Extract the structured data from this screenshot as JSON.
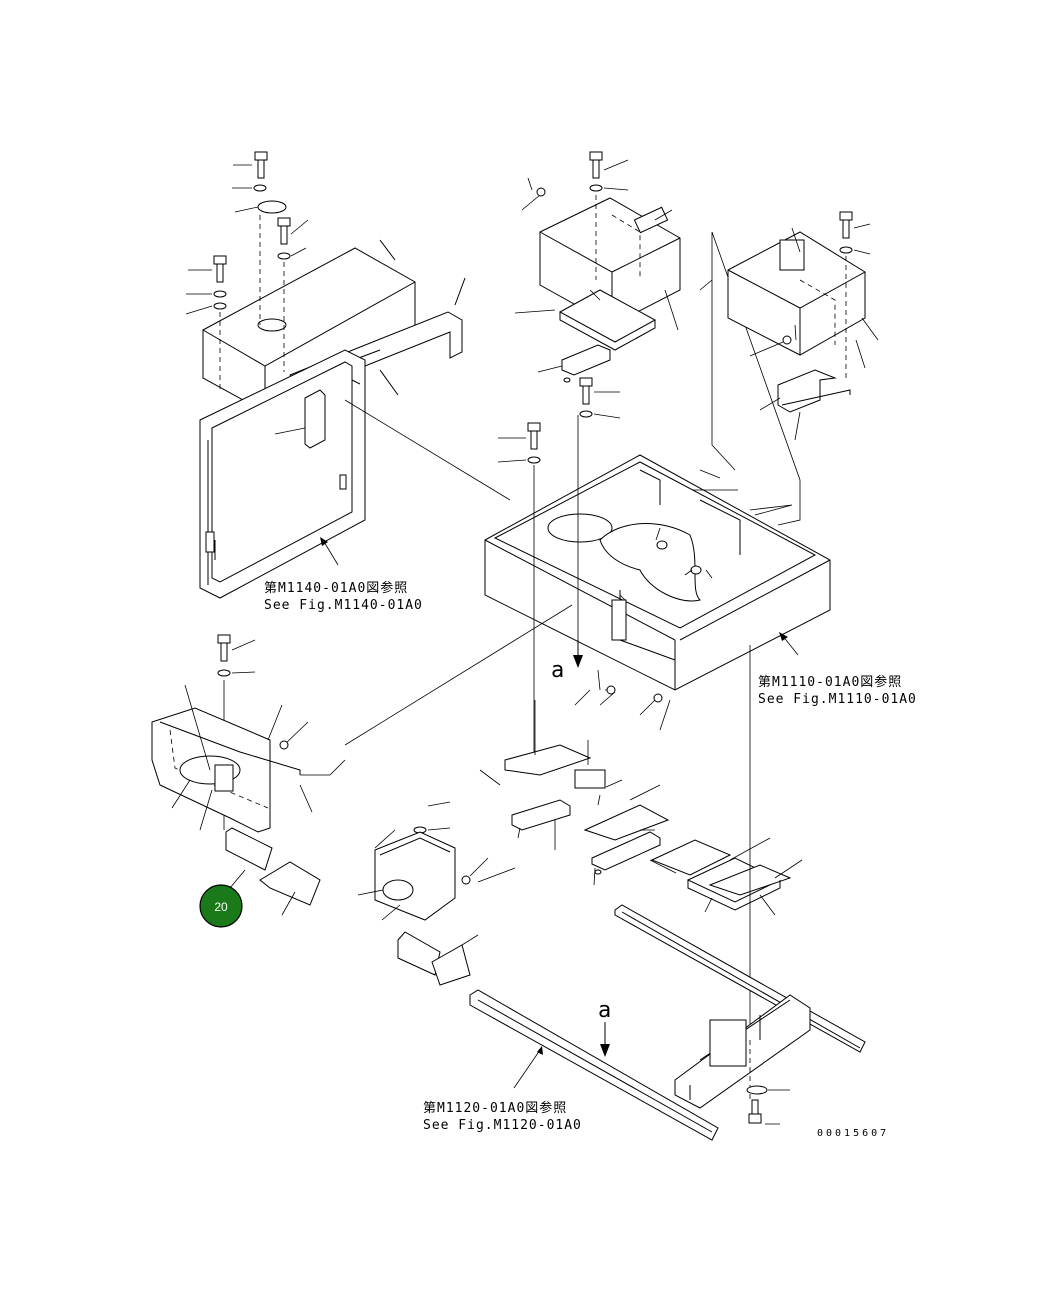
{
  "diagram": {
    "references": [
      {
        "id": "ref-m1140",
        "jp": "第M1140-01A0図参照",
        "en": "See Fig.M1140-01A0"
      },
      {
        "id": "ref-m1110",
        "jp": "第M1110-01A0図参照",
        "en": "See Fig.M1110-01A0"
      },
      {
        "id": "ref-m1120",
        "jp": "第M1120-01A0図参照",
        "en": "See Fig.M1120-01A0"
      }
    ],
    "arrow_labels": [
      "a",
      "a"
    ],
    "drawing_code": "00015607",
    "callout": {
      "number": "20",
      "color": "#1a7a1a"
    }
  }
}
